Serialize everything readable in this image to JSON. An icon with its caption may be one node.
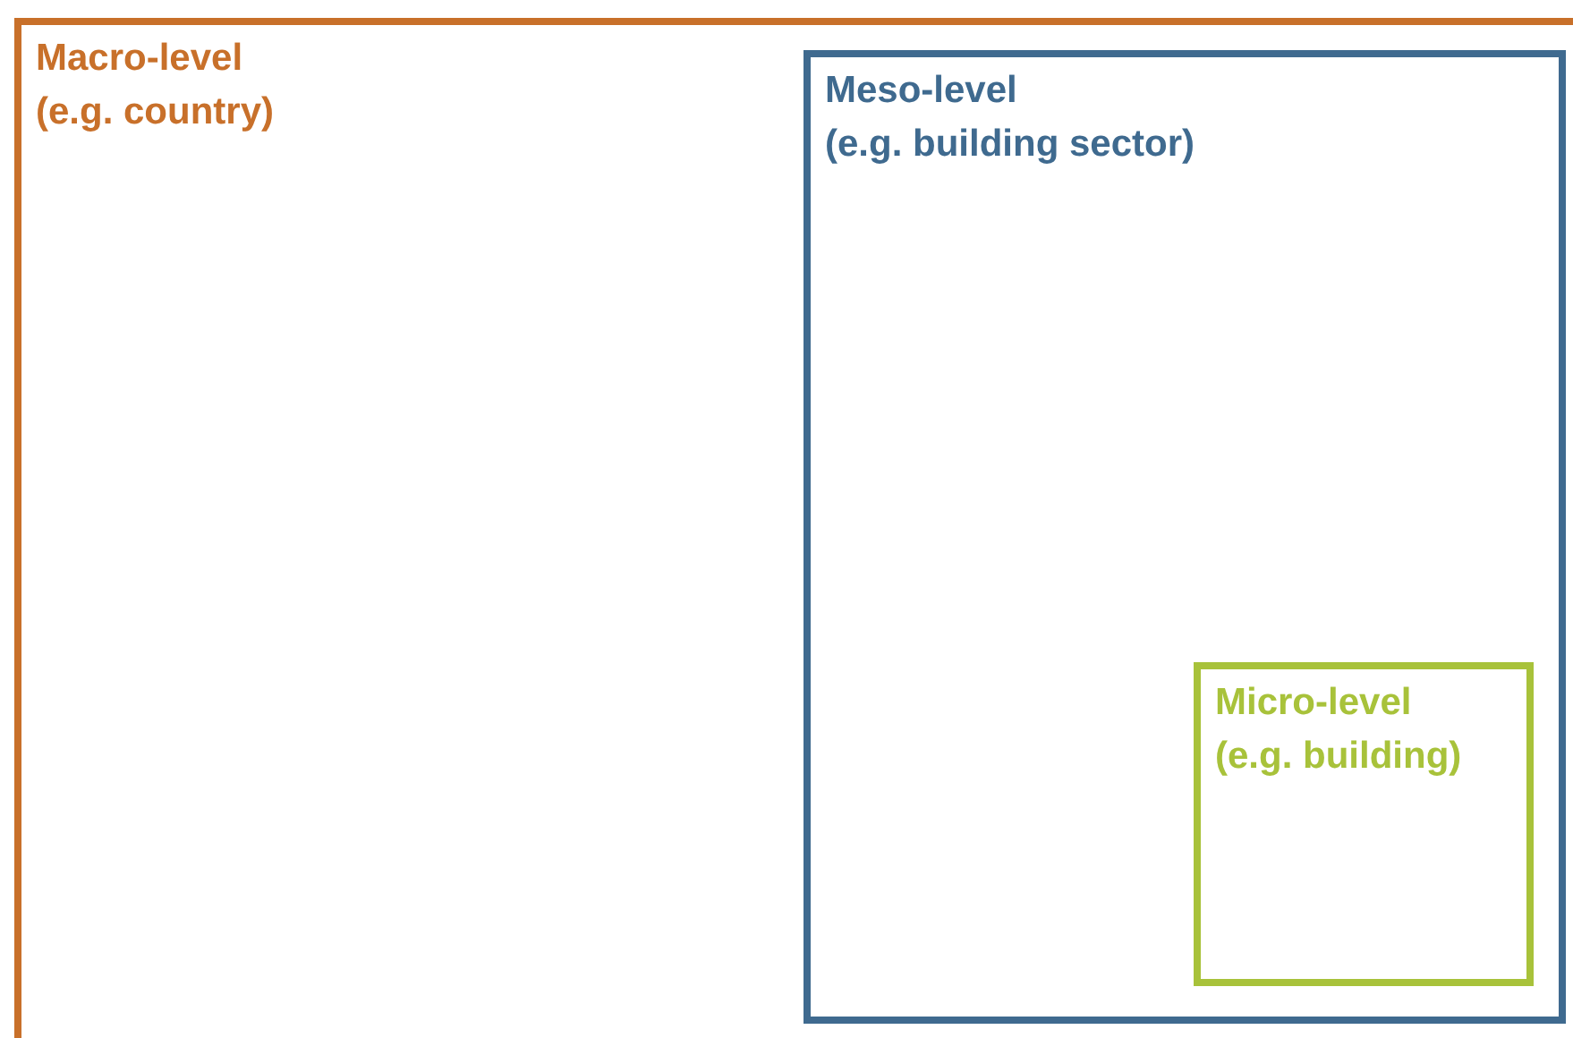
{
  "diagram": {
    "nodes": [
      {
        "text": [
          "Macro-level",
          "(e.g. country)"
        ]
      },
      {
        "text": [
          "Meso-level",
          "(e.g. building sector)"
        ],
        "in": 0
      },
      {
        "text": [
          "Micro-level",
          "(e.g. building)"
        ],
        "in": 1
      }
    ]
  }
}
